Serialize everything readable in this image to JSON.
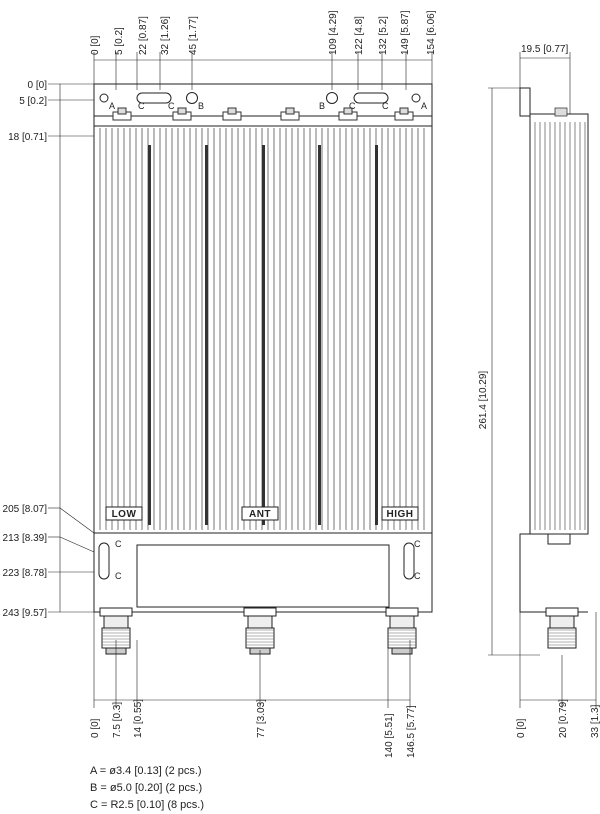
{
  "top_dims": [
    "0 [0]",
    "5 [0.2]",
    "22 [0.87]",
    "32 [1.26]",
    "45 [1.77]",
    "109 [4.29]",
    "122 [4.8]",
    "132 [5.2]",
    "149 [5.87]",
    "154 [6.06]"
  ],
  "left_dims": [
    "0 [0]",
    "5 [0.2]",
    "18 [0.71]",
    "205 [8.07]",
    "213 [8.39]",
    "223 [8.78]",
    "243 [9.57]"
  ],
  "bottom_dims": [
    "0 [0]",
    "7.5 [0.3]",
    "14 [0.55]",
    "77 [3.03]",
    "140 [5.51]",
    "146.5 [5.77]"
  ],
  "side_top_dim": "19.5 [0.77]",
  "side_height_dim": "261.4 [10.29]",
  "side_bottom_dims": [
    "0 [0]",
    "20 [0.79]",
    "33 [1.3]"
  ],
  "hole_labels": {
    "a": "A",
    "b": "B",
    "c": "C"
  },
  "port_labels": {
    "low": "LOW",
    "ant": "ANT",
    "high": "HIGH"
  },
  "legend": [
    "A = ø3.4 [0.13] (2 pcs.)",
    "B = ø5.0 [0.20] (2 pcs.)",
    "C = R2.5 [0.10] (8 pcs.)"
  ]
}
